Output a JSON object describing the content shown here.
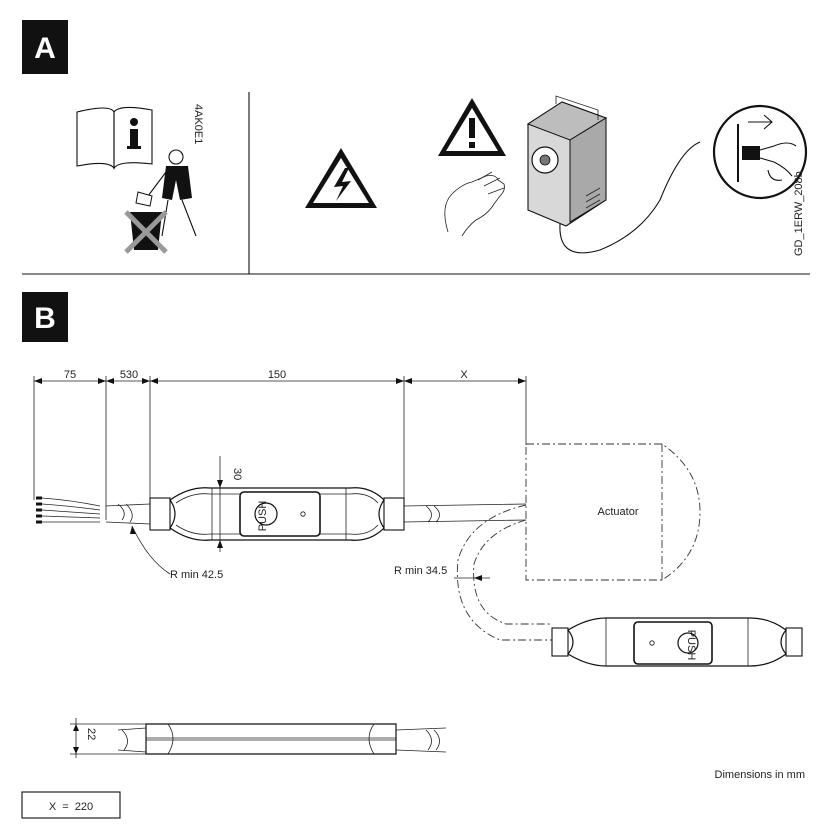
{
  "sections": {
    "a": {
      "label": "A"
    },
    "b": {
      "label": "B"
    }
  },
  "section_a": {
    "side_codes": [
      "4AK0E1",
      "GD_1ERW_208b"
    ],
    "icons": [
      "manual-info-icon",
      "no-dispose-icon",
      "electric-hazard-icon",
      "warning-icon",
      "hand-icon",
      "actuator-device-icon",
      "unplug-icon"
    ]
  },
  "dimensions": {
    "d1": "75",
    "d2": "530",
    "d3": "150",
    "d4": "X",
    "height_main": "30",
    "height_side": "22",
    "radius_left": "R min 42.5",
    "radius_right": "R min 34.5",
    "actuator_label": "Actuator",
    "push_label": "PUSH",
    "unit_note": "Dimensions in mm",
    "x_value_box": "X  =  220"
  }
}
